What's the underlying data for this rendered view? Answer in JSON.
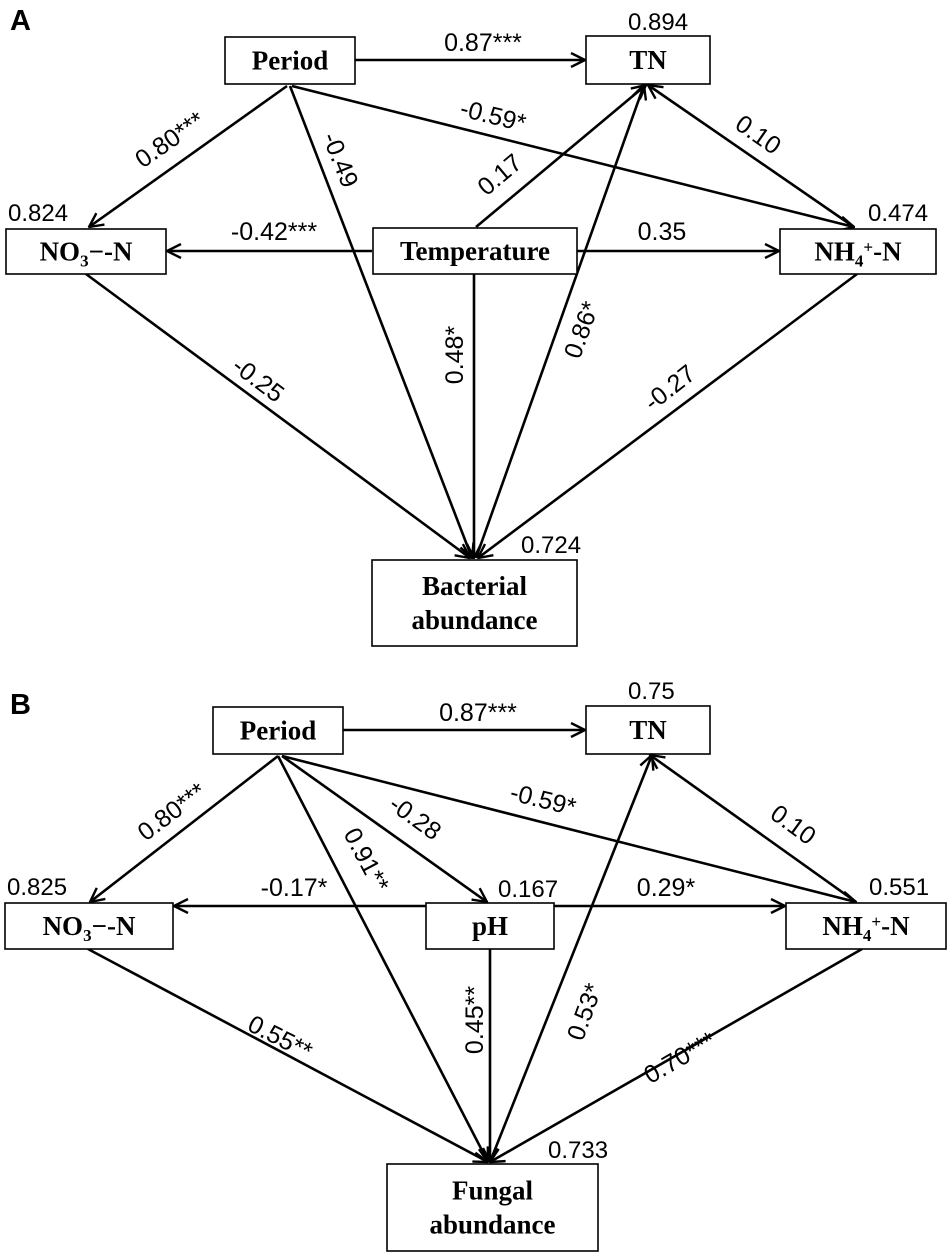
{
  "panels": [
    {
      "letter": "A",
      "nodes": [
        {
          "id": "period",
          "lines": [
            "Period"
          ],
          "r2": ""
        },
        {
          "id": "tn",
          "lines": [
            "TN"
          ],
          "r2": "0.894"
        },
        {
          "id": "no3",
          "lines": [
            "NO3−-N"
          ],
          "r2": "0.824"
        },
        {
          "id": "temp",
          "lines": [
            "Temperature"
          ],
          "r2": ""
        },
        {
          "id": "nh4",
          "lines": [
            "NH4+-N"
          ],
          "r2": "0.474"
        },
        {
          "id": "outcome",
          "lines": [
            "Bacterial",
            "abundance"
          ],
          "r2": "0.724"
        }
      ],
      "edges": [
        {
          "id": "period-tn",
          "label": "0.87***"
        },
        {
          "id": "period-no3",
          "label": "0.80***"
        },
        {
          "id": "period-outcome",
          "label": "-0.49"
        },
        {
          "id": "period-nh4",
          "label": "-0.59*"
        },
        {
          "id": "nh4-tn",
          "label": "0.10"
        },
        {
          "id": "temp-tn",
          "label": "0.17"
        },
        {
          "id": "temp-no3",
          "label": "-0.42***"
        },
        {
          "id": "temp-nh4",
          "label": "0.35"
        },
        {
          "id": "temp-outcome",
          "label": "0.48*"
        },
        {
          "id": "outcome-tn",
          "label": "0.86*"
        },
        {
          "id": "no3-outcome",
          "label": "-0.25"
        },
        {
          "id": "nh4-outcome",
          "label": "-0.27"
        }
      ]
    },
    {
      "letter": "B",
      "nodes": [
        {
          "id": "period",
          "lines": [
            "Period"
          ],
          "r2": ""
        },
        {
          "id": "tn",
          "lines": [
            "TN"
          ],
          "r2": "0.75"
        },
        {
          "id": "no3",
          "lines": [
            "NO3−-N"
          ],
          "r2": "0.825"
        },
        {
          "id": "ph",
          "lines": [
            "pH"
          ],
          "r2": "0.167"
        },
        {
          "id": "nh4",
          "lines": [
            "NH4+-N"
          ],
          "r2": "0.551"
        },
        {
          "id": "outcome",
          "lines": [
            "Fungal",
            "abundance"
          ],
          "r2": "0.733"
        }
      ],
      "edges": [
        {
          "id": "period-tn",
          "label": "0.87***"
        },
        {
          "id": "period-no3",
          "label": "0.80***"
        },
        {
          "id": "period-ph",
          "label": "-0.28"
        },
        {
          "id": "period-outcome",
          "label": "0.91**"
        },
        {
          "id": "period-nh4",
          "label": "-0.59*"
        },
        {
          "id": "nh4-tn",
          "label": "0.10"
        },
        {
          "id": "ph-no3",
          "label": "-0.17*"
        },
        {
          "id": "ph-nh4",
          "label": "0.29*"
        },
        {
          "id": "ph-outcome",
          "label": "0.45**"
        },
        {
          "id": "outcome-tn",
          "label": "0.53*"
        },
        {
          "id": "no3-outcome",
          "label": "0.55**"
        },
        {
          "id": "nh4-outcome",
          "label": "0.70***"
        }
      ]
    }
  ]
}
